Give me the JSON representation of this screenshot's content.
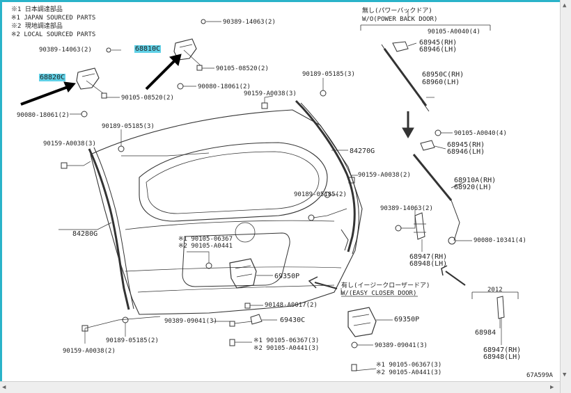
{
  "notes": {
    "n1_jp": "※1 日本調達部品",
    "n1_en": "※1 JAPAN SOURCED PARTS",
    "n2_jp": "※2 現地調達部品",
    "n2_en": "※2 LOCAL SOURCED PARTS"
  },
  "power_door": {
    "jp": "無し(パワーバックドア)",
    "en": "W/O(POWER BACK DOOR)"
  },
  "easy_closer": {
    "jp": "有し(イージークローザードア)",
    "en": "W/(EASY CLOSER DOOR)"
  },
  "year": "2012",
  "figure_code": "67A599A",
  "labels": {
    "p90389_14063_top": "90389-14063(2)",
    "p90389_14063_left": "90389-14063(2)",
    "p68810c": "68810C",
    "p68820c": "68820C",
    "p90105_08520_a": "90105-08520(2)",
    "p90105_08520_b": "90105-08520(2)",
    "p90080_18061_a": "90080-18061(2)",
    "p90080_18061_b": "90080-18061(2)",
    "p90189_05185_top": "90189-05185(3)",
    "p90159_a0038_top": "90159-A0038(3)",
    "p90189_05185_left": "90189-05185(3)",
    "p90159_a0038_left": "90159-A0038(3)",
    "p84270g": "84270G",
    "p90159_a0038_right": "90159-A0038(2)",
    "p90189_05185_mid": "90189-05185(2)",
    "p84280g": "84280G",
    "p90105_06367_mid": "※1 90105-06367",
    "p90105_a0441_mid": "※2 90105-A0441",
    "p69350p_main": "69350P",
    "p90148_a0017": "90148-A0017(2)",
    "p90389_09041_main": "90389-09041(3)",
    "p69430c": "69430C",
    "p90105_06367_low": "※1 90105-06367(3)",
    "p90105_a0441_low": "※2 90105-A0441(3)",
    "p90159_a0038_bl": "90159-A0038(2)",
    "p90189_05185_bl": "90189-05185(2)",
    "p90105_a0040_top": "90105-A0040(4)",
    "p68945_top": "68945(RH)",
    "p68946_top": "68946(LH)",
    "p68950c": "68950C(RH)",
    "p68960": "68960(LH)",
    "p90105_a0040_mid": "90105-A0040(4)",
    "p68945_mid": "68945(RH)",
    "p68946_mid": "68946(LH)",
    "p68910a": "68910A(RH)",
    "p68920": "68920(LH)",
    "p90389_14063_right": "90389-14063(2)",
    "p90080_10341": "90080-10341(4)",
    "p68947_mid": "68947(RH)",
    "p68948_mid": "68948(LH)",
    "p69350p_ec": "69350P",
    "p90389_09041_ec": "90389-09041(3)",
    "p90105_06367_ec": "※1 90105-06367(3)",
    "p90105_a0441_ec": "※2 90105-A0441(3)",
    "p68984": "68984",
    "p68947_br": "68947(RH)",
    "p68948_br": "68948(LH)"
  }
}
